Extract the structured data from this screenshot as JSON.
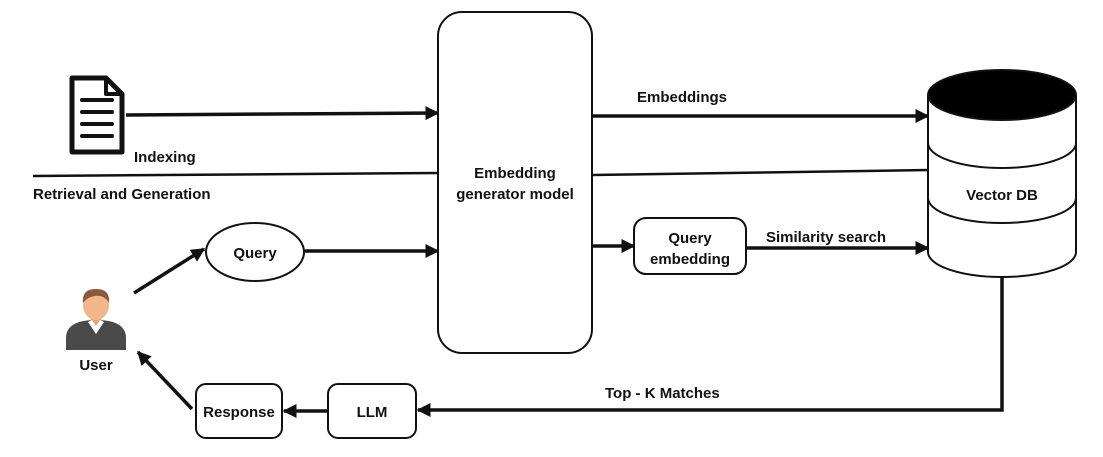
{
  "colors": {
    "ink": "#111111",
    "background": "#ffffff",
    "db_top": "#000000",
    "skin": "#f3b58a",
    "hair": "#8a5a3c",
    "shirt": "#4a4a4a"
  },
  "icons": {
    "document": "document-icon",
    "user": "user-avatar-icon",
    "database": "database-cylinder-icon"
  },
  "labels": {
    "indexing": "Indexing",
    "retrieval_and_generation": "Retrieval and Generation",
    "embeddings": "Embeddings",
    "similarity_search": "Similarity search",
    "top_k_matches": "Top - K Matches",
    "user": "User"
  },
  "nodes": {
    "embedding_model": {
      "line1": "Embedding",
      "line2": "generator model"
    },
    "query": "Query",
    "query_embedding": {
      "line1": "Query",
      "line2": "embedding"
    },
    "vector_db": "Vector DB",
    "llm": "LLM",
    "response": "Response"
  }
}
